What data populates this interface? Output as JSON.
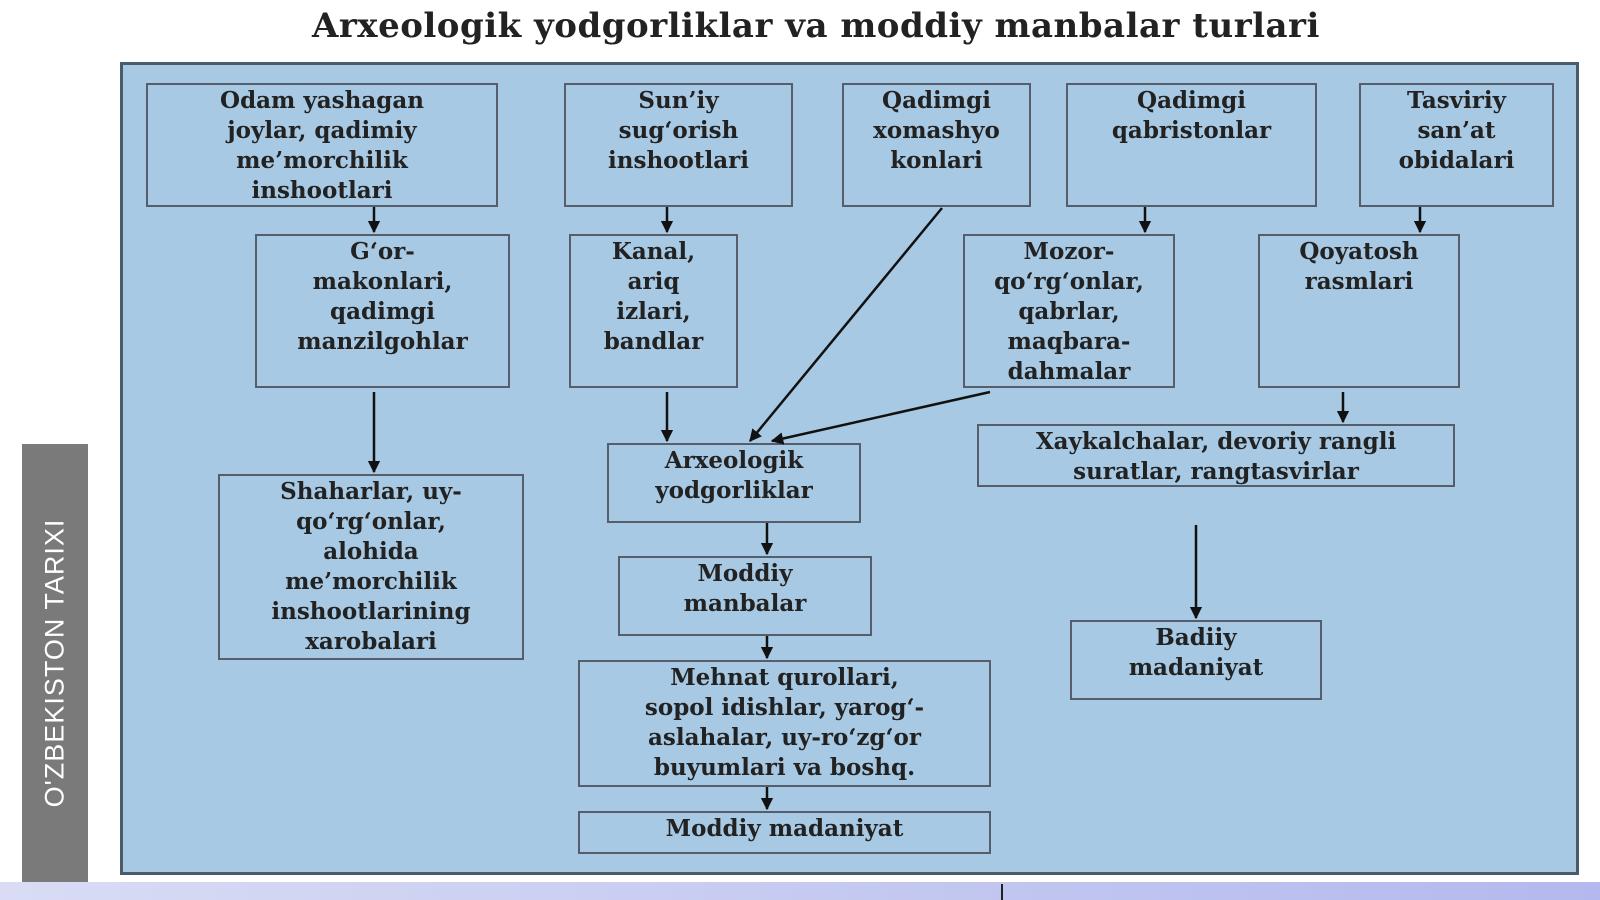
{
  "title": "Arxeologik yodgorliklar va moddiy manbalar turlari",
  "sidebar_label": "O'ZBEKISTON TARIXI",
  "boxes": {
    "b1": "Odam yashagan\njoylar, qadimiy\nme’morchilik\ninshootlari",
    "b2": "Sun’iy\nsug‘orish\ninshootlari",
    "b3": "Qadimgi\nxomashyo\nkonlari",
    "b4": "Qadimgi\nqabristonlar",
    "b5": "Tasviriy\nsan’at\nobidalari",
    "c1": "G‘or-\nmakonlari,\nqadimgi\nmanzilgohlar",
    "c2": "Kanal,\nariq\nizlari,\nbandlar",
    "c4": "Mozor-\nqo‘rg‘onlar,\nqabrlar,\nmaqbara-\ndahmalar",
    "c5": "Qoyatosh\nrasmlari",
    "d1": "Shaharlar, uy-\nqo‘rg‘onlar,\nalohida\nme’morchilik\ninshootlarining\nxarobalari",
    "arx": "Arxeologik\nyodgorliklar",
    "xay": "Xaykalchalar, devoriy rangli\nsuratlar, rangtasvirlar",
    "mm": "Moddiy\nmanbalar",
    "badiiy": "Badiiy\nmadaniyat",
    "mehnat": "Mehnat qurollari,\nsopol idishlar, yarog‘-\naslahalar, uy-ro‘zg‘or\nbuyumlari va boshq.",
    "madaniyat": "Moddiy madaniyat"
  }
}
